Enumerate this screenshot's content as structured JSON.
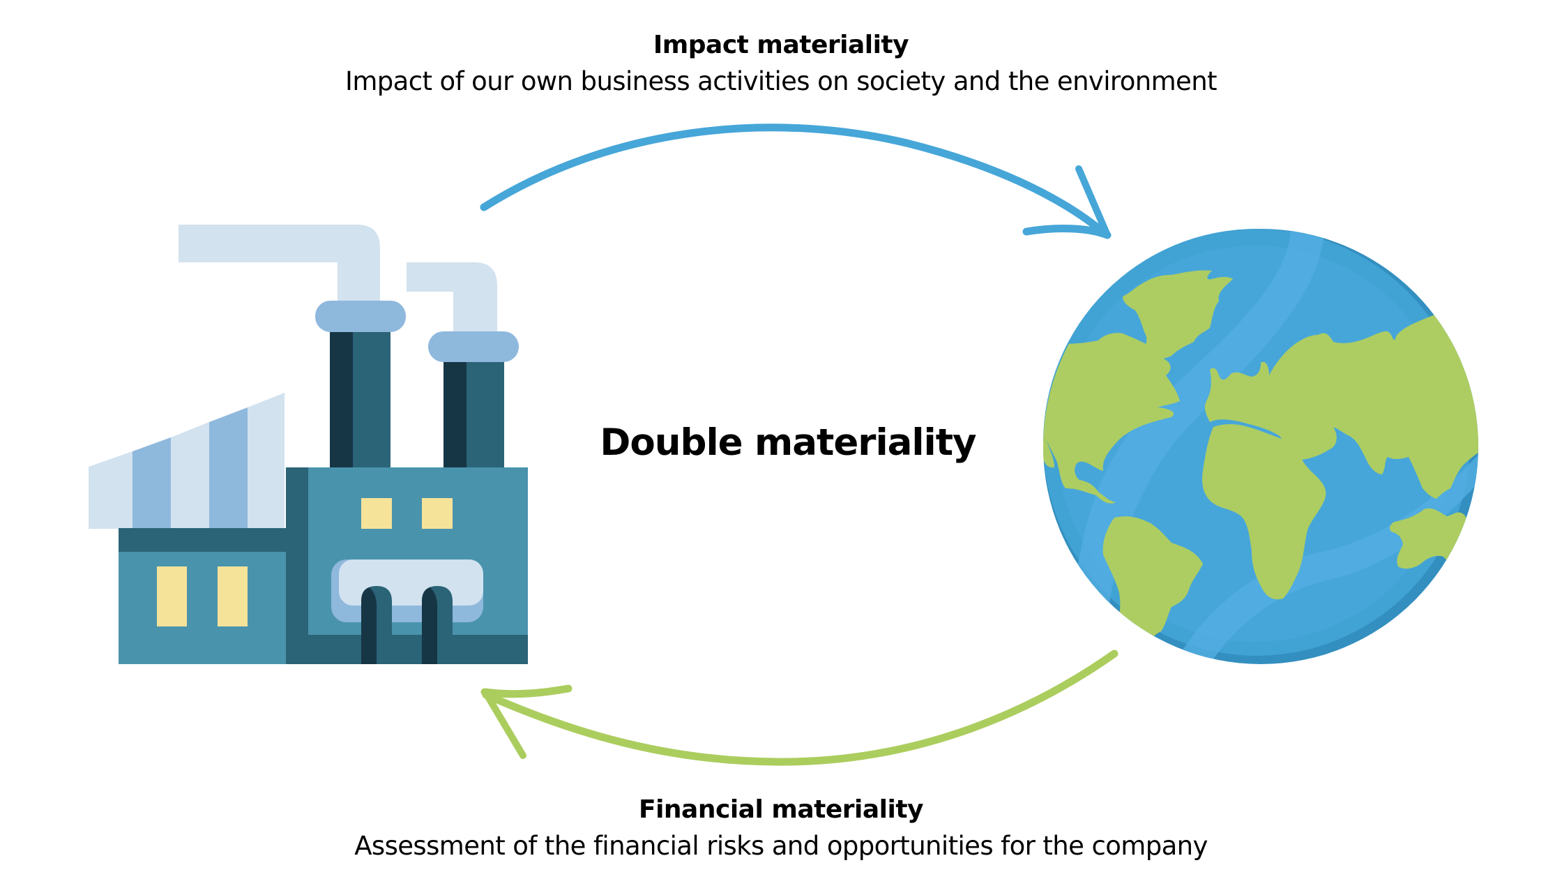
{
  "diagram": {
    "title": "Double materiality",
    "top": {
      "heading": "Impact materiality",
      "description": "Impact of our own business activities on society and the environment",
      "arrow_direction": "company-to-world",
      "arrow_color": "#46A6D8"
    },
    "bottom": {
      "heading": "Financial materiality",
      "description": "Assessment of the financial risks and opportunities for the company",
      "arrow_direction": "world-to-company",
      "arrow_color": "#ABCD5E"
    },
    "left_icon": "factory-icon",
    "right_icon": "globe-icon"
  },
  "colors": {
    "background": "#FFFFFF",
    "text": "#000000",
    "factory_teal": "#4A93AC",
    "factory_dark_teal": "#2B6377",
    "factory_darkest": "#163646",
    "factory_light_blue": "#D2E2EF",
    "factory_mid_blue": "#8FB8DD",
    "factory_window": "#F6E39A",
    "ocean": "#47A6D9",
    "ocean_highlight": "#52AEE2",
    "ocean_shadow": "#338FBF",
    "land": "#ADCD62"
  }
}
